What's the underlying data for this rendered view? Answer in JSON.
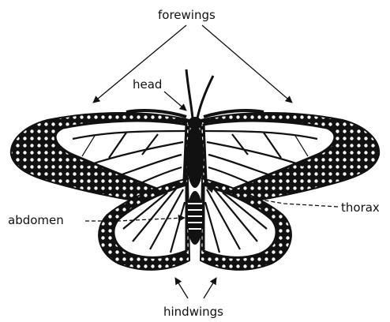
{
  "diagram": {
    "labels": {
      "forewings": "forewings",
      "head": "head",
      "thorax": "thorax",
      "abdomen": "abdomen",
      "hindwings": "hindwings"
    },
    "colors": {
      "ink": "#111111",
      "paper": "#ffffff",
      "wing_fill": "#ffffff"
    }
  }
}
